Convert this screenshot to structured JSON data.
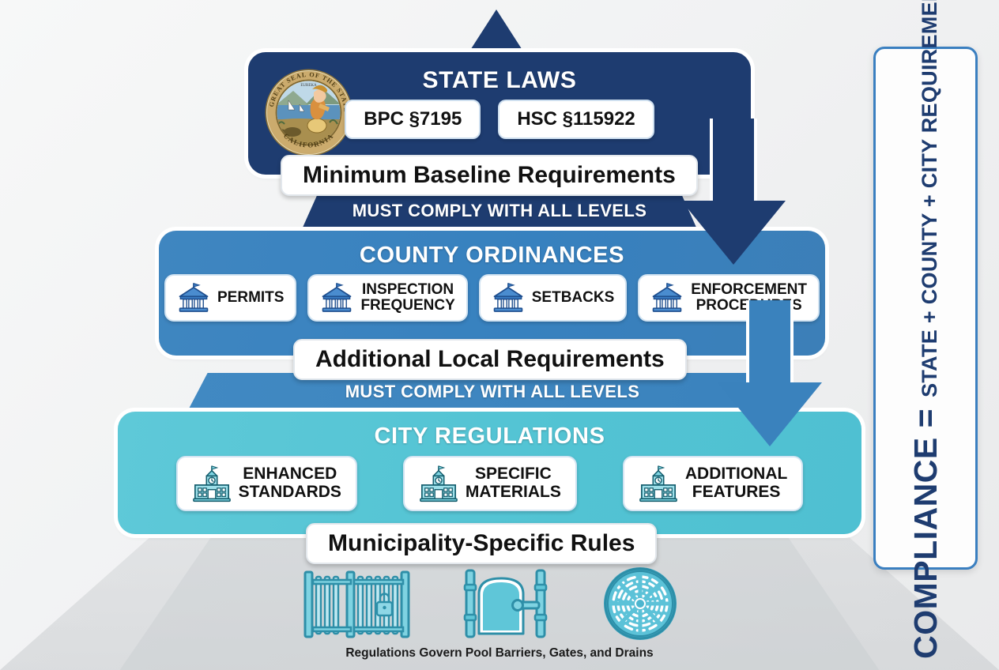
{
  "colors": {
    "state_navy": "#1e3c70",
    "county_blue": "#3781bf",
    "city_teal": "#52c3d3",
    "panel_border": "#3a7fc0",
    "background": "#f1f2f3"
  },
  "levels": {
    "state": {
      "title": "STATE LAWS",
      "seal_icon": "california-state-seal-icon",
      "seal_text_top": "THE GREAT SEAL OF THE STATE OF",
      "seal_text_bottom": "CALIFORNIA",
      "chips": [
        {
          "label": "BPC §7195"
        },
        {
          "label": "HSC §115922"
        }
      ],
      "summary": "Minimum Baseline Requirements",
      "connector": "MUST COMPLY WITH ALL LEVELS"
    },
    "county": {
      "title": "COUNTY ORDINANCES",
      "chips": [
        {
          "label": "PERMITS",
          "icon": "courthouse-icon"
        },
        {
          "label": "INSPECTION\nFREQUENCY",
          "icon": "courthouse-icon"
        },
        {
          "label": "SETBACKS",
          "icon": "courthouse-icon"
        },
        {
          "label": "ENFORCEMENT\nPROCEDURES",
          "icon": "courthouse-icon"
        }
      ],
      "summary": "Additional Local Requirements",
      "connector": "MUST COMPLY WITH ALL LEVELS"
    },
    "city": {
      "title": "CITY REGULATIONS",
      "chips": [
        {
          "label": "ENHANCED\nSTANDARDS",
          "icon": "city-hall-icon"
        },
        {
          "label": "SPECIFIC\nMATERIALS",
          "icon": "city-hall-icon"
        },
        {
          "label": "ADDITIONAL\nFEATURES",
          "icon": "city-hall-icon"
        }
      ],
      "summary": "Municipality-Specific Rules"
    }
  },
  "compliance_panel": {
    "headline": "COMPLIANCE =",
    "subline": "STATE + COUNTY + CITY REQUIREMENTS"
  },
  "footer": {
    "caption": "Regulations Govern Pool Barriers, Gates, and Drains",
    "icons": [
      {
        "name": "pool-fence-icon"
      },
      {
        "name": "pool-gate-icon"
      },
      {
        "name": "pool-drain-icon"
      }
    ]
  },
  "arrows": [
    {
      "name": "state-to-county-arrow",
      "color": "#1e3c70"
    },
    {
      "name": "county-to-city-arrow",
      "color": "#3a82bd"
    }
  ]
}
